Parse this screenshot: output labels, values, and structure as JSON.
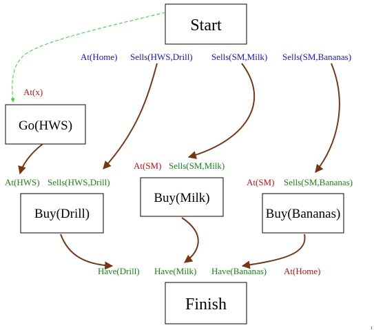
{
  "colors": {
    "precondition_blue": "#1010ee",
    "precondition_green": "#108a10",
    "precondition_red": "#c01010",
    "causal_link": "#7a3510",
    "ordering_link": "#22dd22",
    "box_border": "#000000"
  },
  "nodes": {
    "start": {
      "label": "Start"
    },
    "go_hws": {
      "label": "Go(HWS)"
    },
    "buy_drill": {
      "label": "Buy(Drill)"
    },
    "buy_milk": {
      "label": "Buy(Milk)"
    },
    "buy_bananas": {
      "label": "Buy(Bananas)"
    },
    "finish": {
      "label": "Finish"
    }
  },
  "conditions": {
    "start_effects": [
      "At(Home)",
      "Sells(HWS,Drill)",
      "Sells(SM,Milk)",
      "Sells(SM,Bananas)"
    ],
    "go_hws_pre": "At(x)",
    "buy_drill_pre": [
      "At(HWS)",
      "Sells(HWS,Drill)"
    ],
    "buy_milk_pre": [
      "At(SM)",
      "Sells(SM,Milk)"
    ],
    "buy_bananas_pre": [
      "At(SM)",
      "Sells(SM,Bananas)"
    ],
    "finish_pre": [
      "Have(Drill)",
      "Have(Milk)",
      "Have(Bananas)",
      "At(Home)"
    ]
  },
  "page_number": "1"
}
